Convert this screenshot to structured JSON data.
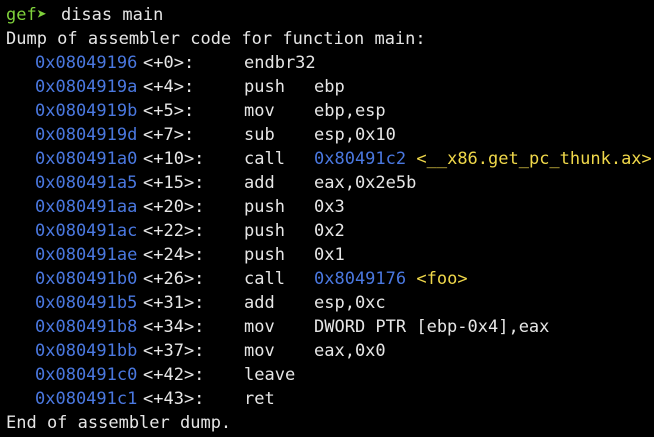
{
  "prompt": {
    "symbol": "gef➤",
    "command": "disas main"
  },
  "header_text": "Dump of assembler code for function main:",
  "instructions": [
    {
      "address": "0x08049196",
      "offset": "<+0>:",
      "mnemonic": "endbr32",
      "operands": ""
    },
    {
      "address": "0x0804919a",
      "offset": "<+4>:",
      "mnemonic": "push",
      "operands": "ebp"
    },
    {
      "address": "0x0804919b",
      "offset": "<+5>:",
      "mnemonic": "mov",
      "operands": "ebp,esp"
    },
    {
      "address": "0x0804919d",
      "offset": "<+7>:",
      "mnemonic": "sub",
      "operands": "esp,0x10"
    },
    {
      "address": "0x080491a0",
      "offset": "<+10>:",
      "mnemonic": "call",
      "operands": "",
      "target": "0x80491c2",
      "symbol": "<__x86.get_pc_thunk.ax>"
    },
    {
      "address": "0x080491a5",
      "offset": "<+15>:",
      "mnemonic": "add",
      "operands": "eax,0x2e5b"
    },
    {
      "address": "0x080491aa",
      "offset": "<+20>:",
      "mnemonic": "push",
      "operands": "0x3"
    },
    {
      "address": "0x080491ac",
      "offset": "<+22>:",
      "mnemonic": "push",
      "operands": "0x2"
    },
    {
      "address": "0x080491ae",
      "offset": "<+24>:",
      "mnemonic": "push",
      "operands": "0x1"
    },
    {
      "address": "0x080491b0",
      "offset": "<+26>:",
      "mnemonic": "call",
      "operands": "",
      "target": "0x8049176",
      "symbol": "<foo>"
    },
    {
      "address": "0x080491b5",
      "offset": "<+31>:",
      "mnemonic": "add",
      "operands": "esp,0xc"
    },
    {
      "address": "0x080491b8",
      "offset": "<+34>:",
      "mnemonic": "mov",
      "operands": "DWORD PTR [ebp-0x4],eax"
    },
    {
      "address": "0x080491bb",
      "offset": "<+37>:",
      "mnemonic": "mov",
      "operands": "eax,0x0"
    },
    {
      "address": "0x080491c0",
      "offset": "<+42>:",
      "mnemonic": "leave",
      "operands": ""
    },
    {
      "address": "0x080491c1",
      "offset": "<+43>:",
      "mnemonic": "ret",
      "operands": ""
    }
  ],
  "footer_text": "End of assembler dump.",
  "colors": {
    "background": "#000000",
    "text": "#e6e6e6",
    "prompt": "#7fd13b",
    "address": "#4a78e0",
    "symbol": "#f0d84a"
  }
}
